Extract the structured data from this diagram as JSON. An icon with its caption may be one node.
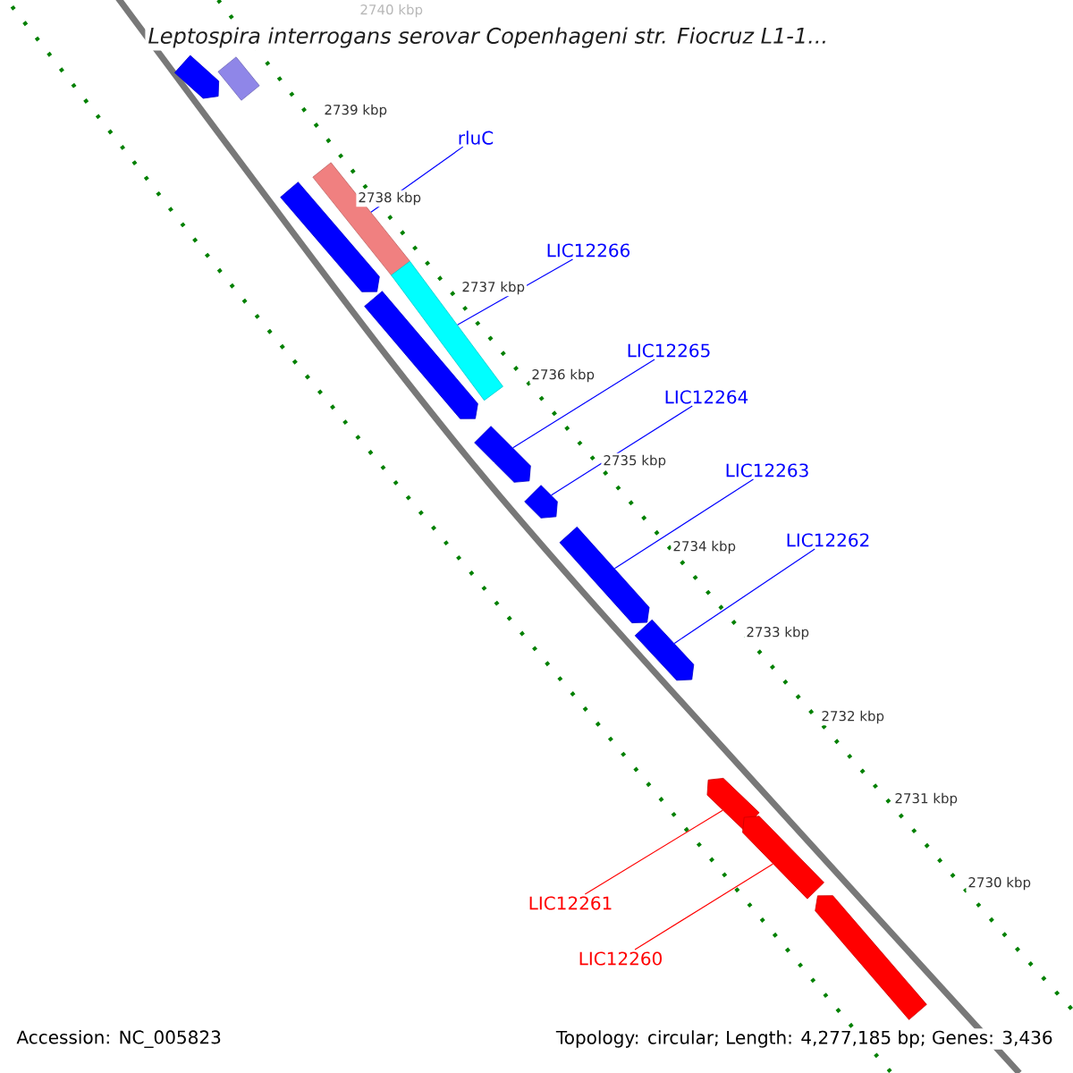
{
  "diagram": {
    "title": "Leptospira interrogans serovar Copenhageni str. Fiocruz L1-1...",
    "nodes": [
      {
        "text": [],
        "shape": "arrow"
      },
      {
        "text": [],
        "shape": "bar"
      },
      {
        "text": [],
        "shape": "bar"
      },
      {
        "text": [],
        "shape": "bar"
      },
      {
        "text": [],
        "shape": "arrow"
      },
      {
        "text": [],
        "shape": "arrow"
      },
      {
        "text": [],
        "shape": "arrow"
      },
      {
        "text": [],
        "shape": "arrow"
      },
      {
        "text": [],
        "shape": "arrow"
      },
      {
        "text": [],
        "shape": "arrow"
      },
      {
        "text": [],
        "shape": "arrow"
      },
      {
        "text": [],
        "shape": "arrow"
      },
      {
        "text": [],
        "shape": "arrow"
      },
      {
        "text": [
          "rluC"
        ]
      },
      {
        "text": [
          "LIC12266"
        ]
      },
      {
        "text": [
          "LIC12265"
        ]
      },
      {
        "text": [
          "LIC12264"
        ]
      },
      {
        "text": [
          "LIC12263"
        ]
      },
      {
        "text": [
          "LIC12262"
        ]
      },
      {
        "text": [
          "LIC12261"
        ]
      },
      {
        "text": [
          "LIC12260"
        ]
      }
    ],
    "edges": [
      {
        "from": 13,
        "to": 2,
        "arrow": "none"
      },
      {
        "from": 14,
        "to": 3,
        "arrow": "none"
      },
      {
        "from": 15,
        "to": 6,
        "arrow": "none"
      },
      {
        "from": 16,
        "to": 7,
        "arrow": "none"
      },
      {
        "from": 17,
        "to": 8,
        "arrow": "none"
      },
      {
        "from": 18,
        "to": 9,
        "arrow": "none"
      },
      {
        "from": 19,
        "to": 10,
        "arrow": "none",
        "color": "#ff0000"
      },
      {
        "from": 20,
        "to": 11,
        "arrow": "none",
        "color": "#ff0000"
      }
    ],
    "labels": [
      "2740 kbp",
      "2739 kbp",
      "2738 kbp",
      "2737 kbp",
      "2736 kbp",
      "2735 kbp",
      "2734 kbp",
      "2733 kbp",
      "2732 kbp",
      "2731 kbp",
      "2730 kbp",
      "Accession: NC_005823",
      "Topology: circular; Length: 4,277,185 bp; Genes: 3,436"
    ]
  }
}
